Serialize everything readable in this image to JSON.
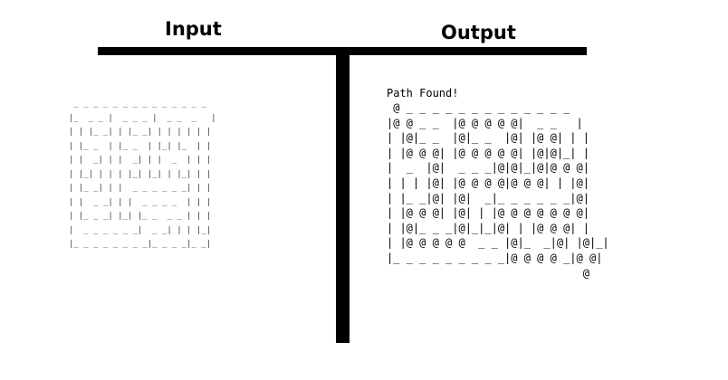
{
  "headings": {
    "input": "Input",
    "output": "Output"
  },
  "input_panel": {
    "maze_text": " _ _ _ _ _ _ _ _ _ _ _ _ _ _ \n|_  _ _ |  _ _ _ |  _ _  _   |\n| | |_ _| | |_ _| | | | | | |\n| |_ _  | |_ _  | |_| |_  | |\n| |  _| | |  _| | |  _  | | |\n| |_| | | | |_| |_| | |_| | |\n| |_ _| | |  _ _ _ _ _ _| | |\n| |  _ _| | |  _ _ _ _  | | |\n| |_ _ _| |_| |_ _  _ _ | | |\n|  _ _ _ _ _ _|  _ _| | | |_|\n|_ _ _ _ _ _ _ _|_ _ _ _|_ _|"
  },
  "output_panel": {
    "status": "Path Found!",
    "maze_text": " @ _ _ _ _ _ _ _ _ _ _ _ _ _\n|@ @ _ _  |@ @ @ @ @|  _ _   |\n| |@|_ _  |@|_ _  |@| |@ @| | |\n| |@ @ @| |@ @ @ @ @| |@|@|_| |\n|  _  |@|  _ _ _|@|@|_|@|@ @ @|\n| | | |@| |@ @ @ @|@ @ @| | |@|\n| |_ _|@| |@|  _|_ _ _ _ _ _|@|\n| |@ @ @| |@| | |@ @ @ @ @ @ @|\n| |@|_ _ _|@|_|_|@| | |@ @ @| |\n| |@ @ @ @ @  _ _ |@|_  _|@| |@|_|\n|_ _ _ _ _ _ _ _ _|@ @ @ @ _|@ @|\n                              @"
  }
}
